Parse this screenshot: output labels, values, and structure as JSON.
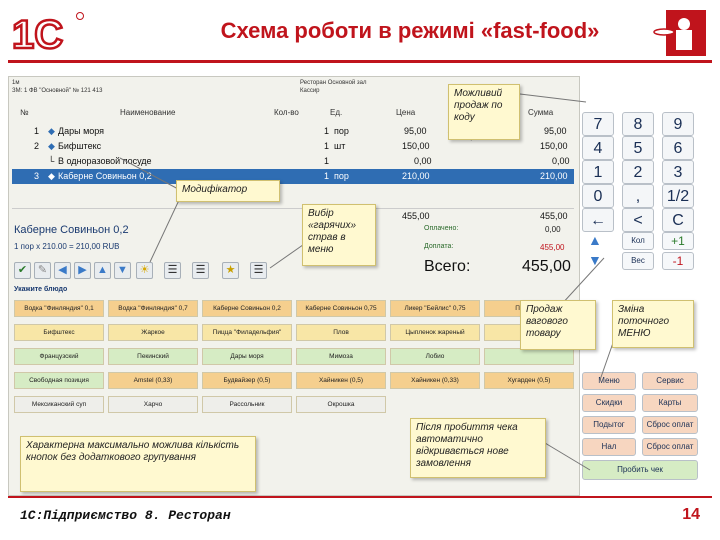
{
  "slide": {
    "title": "Схема роботи в режимі «fast-food»",
    "footer": "1С:Підприємство 8. Ресторан",
    "page_number": "14",
    "logo_text": "1С"
  },
  "order": {
    "columns": [
      "№",
      "Наименование",
      "Кол-во",
      "Ед.",
      "Цена",
      "Сумма"
    ],
    "rows": [
      {
        "num": "1",
        "name": "Дары моря",
        "qty": "1",
        "unit": "пор",
        "price": "95,00",
        "sum": "95,00"
      },
      {
        "num": "2",
        "name": "Бифштекс",
        "qty": "1",
        "unit": "шт",
        "price": "150,00",
        "sum": "150,00"
      },
      {
        "num": "",
        "name": "В одноразовой посуде",
        "qty": "1",
        "unit": "",
        "price": "0,00",
        "sum": "0,00"
      },
      {
        "num": "3",
        "name": "Каберне Совиньон 0,2",
        "qty": "1",
        "unit": "пор",
        "price": "210,00",
        "sum": "210,00"
      }
    ],
    "total_left": "455,00",
    "total_right": "455,00",
    "selected_item": "Каберне Совиньон 0,2",
    "selected_calc": "1 пор x 210.00 = 210,00 RUB",
    "paid_label": "Оплачено:",
    "paid_value": "0,00",
    "due_label": "Доплата:",
    "due_value": "455,00",
    "grand_total_label": "Всего:",
    "grand_total_value": "455,00"
  },
  "keypad": {
    "keys": [
      "7",
      "8",
      "9",
      "4",
      "5",
      "6",
      "1",
      "2",
      "3",
      "0",
      ",",
      "1/2",
      "←",
      "<",
      "C"
    ],
    "qty_label": "Кол",
    "qty_plus": "+1",
    "weight_label": "Вес",
    "qty_minus": "-1"
  },
  "function_buttons": [
    {
      "label": "Меню",
      "color": "#f7d6c0"
    },
    {
      "label": "Сервис",
      "color": "#f7d6c0"
    },
    {
      "label": "Скидки",
      "color": "#f7d6c0"
    },
    {
      "label": "Карты",
      "color": "#f7d6c0"
    },
    {
      "label": "Подытог",
      "color": "#f7d6c0"
    },
    {
      "label": "Сброс оплат",
      "color": "#f7d6c0"
    },
    {
      "label": "Нал",
      "color": "#f7d6c0"
    },
    {
      "label": "Сброс оплат",
      "color": "#f7d6c0"
    },
    {
      "label": "Пробить чек",
      "color": "#d6ecc4"
    }
  ],
  "menu": {
    "header": "Укажите блюдо",
    "rows": [
      [
        "Водка \"Финляндия\" 0,1",
        "Водка \"Финляндия\" 0,7",
        "Каберне Совиньон 0,2",
        "Каберне Совиньон 0,75",
        "Ликер \"Бейлис\" 0,75",
        "Пино кол"
      ],
      [
        "Бифштекс",
        "Жаркое",
        "Пицца \"Филадельфия\"",
        "Плов",
        "Цыпленок жареный",
        ""
      ],
      [
        "Французский",
        "Пекинский",
        "Дары моря",
        "Мимоза",
        "Лобио",
        ""
      ],
      [
        "Свободная позиция",
        "Amstel (0,33)",
        "Будвайзер (0,5)",
        "Хайникен (0,5)",
        "Хайникен (0,33)",
        "Хугарден (0,5)"
      ],
      [
        "Мексиканский суп",
        "Харчо",
        "Рассольник",
        "Окрошка",
        "",
        ""
      ]
    ]
  },
  "callouts": {
    "code_sale": "Можливий продаж по коду",
    "modifier": "Модифікатор",
    "hot_dishes": "Вибір «гарячих» страв в меню",
    "weight_sale": "Продаж вагового товару",
    "menu_change": "Зміна поточного МЕНЮ",
    "max_buttons": "Характерна максимально можлива кількість кнопок без додаткового групування",
    "new_order": "Після пробиття чека автоматично відкривається нове замовлення"
  },
  "colors": {
    "brand_red": "#c0141c",
    "selected_row": "#2f6db3"
  }
}
